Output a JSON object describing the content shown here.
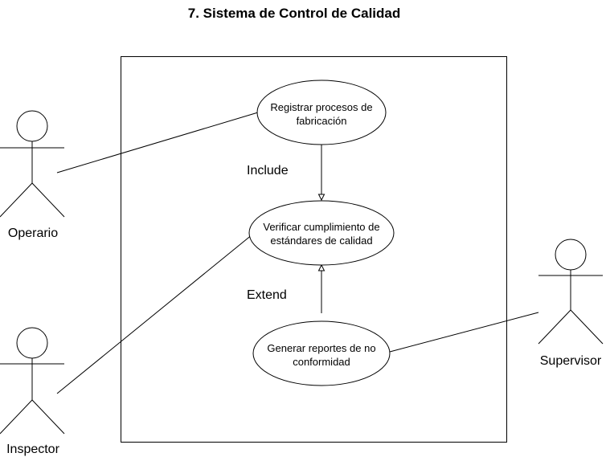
{
  "diagram": {
    "title": "7. Sistema de Control de Calidad",
    "actors": {
      "operario": "Operario",
      "inspector": "Inspector",
      "supervisor": "Supervisor"
    },
    "use_cases": {
      "registrar": {
        "line1": "Registrar procesos de",
        "line2": "fabricación"
      },
      "verificar": {
        "line1": "Verificar cumplimiento de",
        "line2": "estándares de calidad"
      },
      "generar": {
        "line1": "Generar reportes de no",
        "line2": "conformidad"
      }
    },
    "relations": {
      "include": "Include",
      "extend": "Extend"
    }
  }
}
